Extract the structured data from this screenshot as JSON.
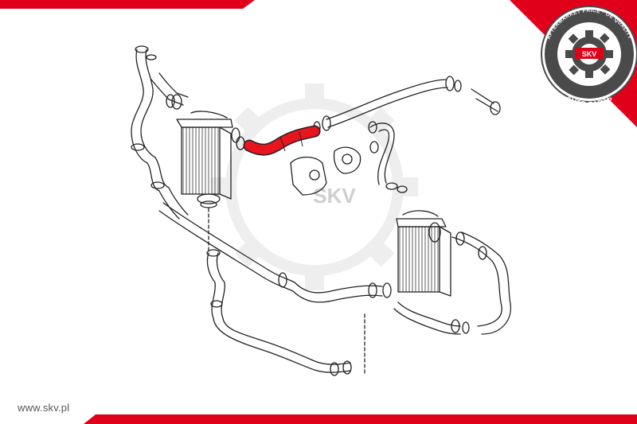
{
  "brand": {
    "website": "www.skv.pl",
    "logo_main": "SKV",
    "logo_ring_top": "AFTERMARKET PRICE · OE QUALITY",
    "logo_ring_bottom": "AUTO PARTS",
    "watermark": "SKV"
  },
  "colors": {
    "brand_red": "#e1001a",
    "highlight_red": "#e8141e",
    "line": "#222222",
    "logo_grey": "#4a4a4a"
  },
  "diagram": {
    "highlighted_part": "charge-air-hose",
    "icons": [
      "gear-icon",
      "intercooler-icon",
      "hose-icon",
      "clamp-icon"
    ]
  }
}
